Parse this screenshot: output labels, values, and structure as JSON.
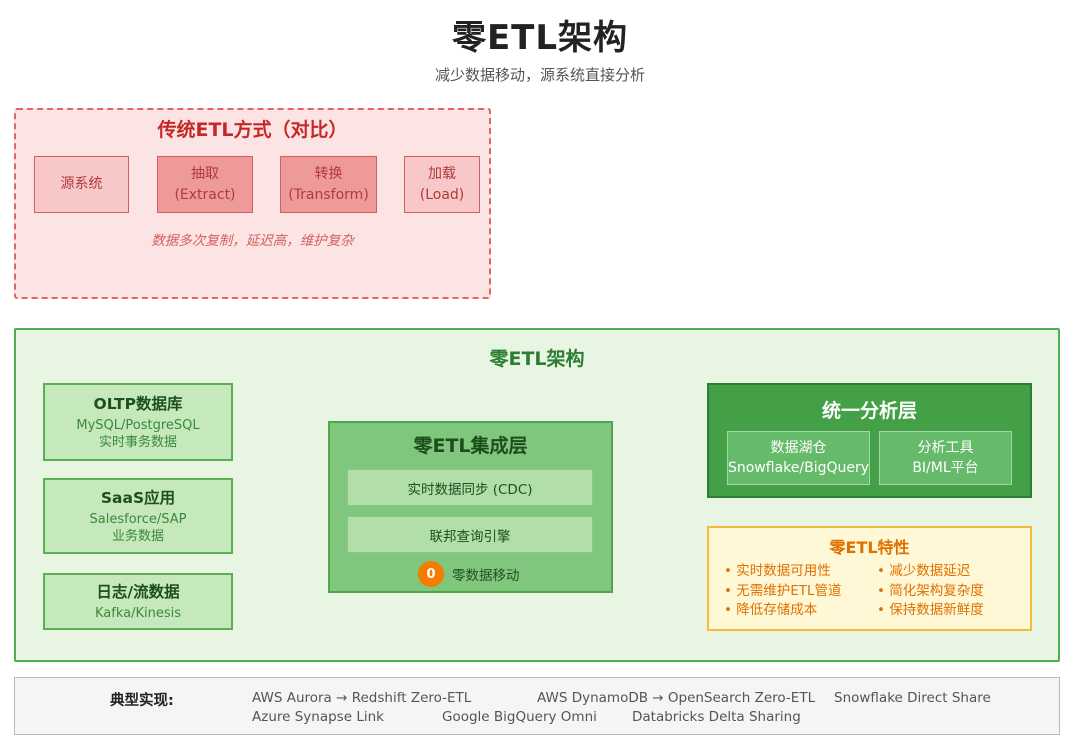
{
  "title": "零ETL架构",
  "subtitle": "减少数据移动，源系统直接分析",
  "traditional": {
    "title": "传统ETL方式（对比）",
    "steps": [
      {
        "line1": "源系统",
        "line2": ""
      },
      {
        "line1": "抽取",
        "line2": "(Extract)"
      },
      {
        "line1": "转换",
        "line2": "(Transform)"
      },
      {
        "line1": "加载",
        "line2": "(Load)"
      }
    ],
    "note": "数据多次复制，延迟高，维护复杂"
  },
  "zero_etl": {
    "title": "零ETL架构",
    "sources": [
      {
        "title": "OLTP数据库",
        "sub1": "MySQL/PostgreSQL",
        "sub2": "实时事务数据"
      },
      {
        "title": "SaaS应用",
        "sub1": "Salesforce/SAP",
        "sub2": "业务数据"
      },
      {
        "title": "日志/流数据",
        "sub1": "Kafka/Kinesis",
        "sub2": ""
      }
    ],
    "integration": {
      "title": "零ETL集成层",
      "items": [
        "实时数据同步 (CDC)",
        "联邦查询引擎"
      ],
      "badge": "0",
      "badge_label": "零数据移动"
    },
    "analytics": {
      "title": "统一分析层",
      "items": [
        {
          "line1": "数据湖仓",
          "line2": "Snowflake/BigQuery"
        },
        {
          "line1": "分析工具",
          "line2": "BI/ML平台"
        }
      ]
    },
    "features": {
      "title": "零ETL特性",
      "items": [
        "• 实时数据可用性",
        "• 减少数据延迟",
        "• 无需维护ETL管道",
        "• 简化架构复杂度",
        "• 降低存储成本",
        "• 保持数据新鲜度"
      ]
    }
  },
  "implementations": {
    "label": "典型实现:",
    "items": [
      "AWS Aurora → Redshift Zero-ETL",
      "AWS DynamoDB → OpenSearch Zero-ETL",
      "Snowflake Direct Share",
      "Azure Synapse Link",
      "Google BigQuery Omni",
      "Databricks Delta Sharing"
    ]
  }
}
